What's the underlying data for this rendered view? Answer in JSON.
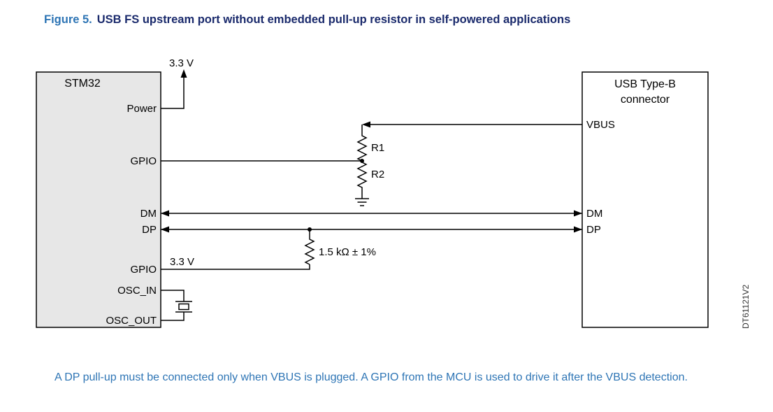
{
  "title": {
    "figure_label": "Figure 5.",
    "text": "USB FS upstream port without embedded pull-up resistor in self-powered applications"
  },
  "diagram": {
    "stm32_box": {
      "label": "STM32",
      "pins": {
        "power": "Power",
        "gpio1": "GPIO",
        "dm": "DM",
        "dp": "DP",
        "gpio2": "GPIO",
        "osc_in": "OSC_IN",
        "osc_out": "OSC_OUT"
      }
    },
    "usb_box": {
      "label_line1": "USB Type-B",
      "label_line2": "connector",
      "pins": {
        "vbus": "VBUS",
        "dm": "DM",
        "dp": "DP"
      }
    },
    "labels": {
      "supply_top": "3.3 V",
      "supply_gpio": "3.3 V",
      "r1": "R1",
      "r2": "R2",
      "pullup_value": "1.5 kΩ ± 1%"
    },
    "watermark": "DT61121V2"
  },
  "note": "A DP pull-up must be connected only when VBUS is plugged. A GPIO from the MCU is used to drive it after the VBUS detection.",
  "colors": {
    "figure_label": "#2e75b5",
    "title": "#1a2a6c",
    "note": "#2e75b5",
    "box_fill": "#e7e7e7",
    "line": "#000000"
  }
}
